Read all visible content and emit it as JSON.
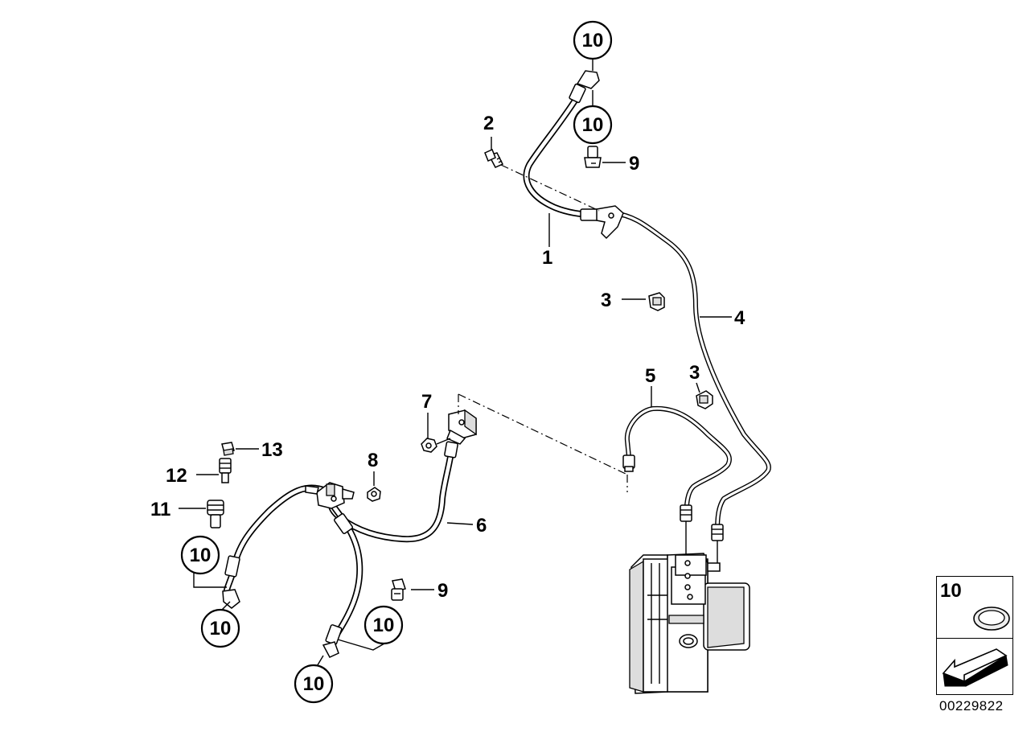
{
  "diagram": {
    "part_labels": {
      "p1": "1",
      "p2": "2",
      "p3a": "3",
      "p3b": "3",
      "p4": "4",
      "p5": "5",
      "p6": "6",
      "p7": "7",
      "p8": "8",
      "p9a": "9",
      "p9b": "9",
      "p11": "11",
      "p12": "12",
      "p13": "13"
    },
    "ring_refs": {
      "r_top1": "10",
      "r_top2": "10",
      "r_left1": "10",
      "r_left2": "10",
      "r_mid1": "10",
      "r_mid2": "10"
    },
    "legend": {
      "label": "10"
    },
    "document_number": "00229822"
  }
}
